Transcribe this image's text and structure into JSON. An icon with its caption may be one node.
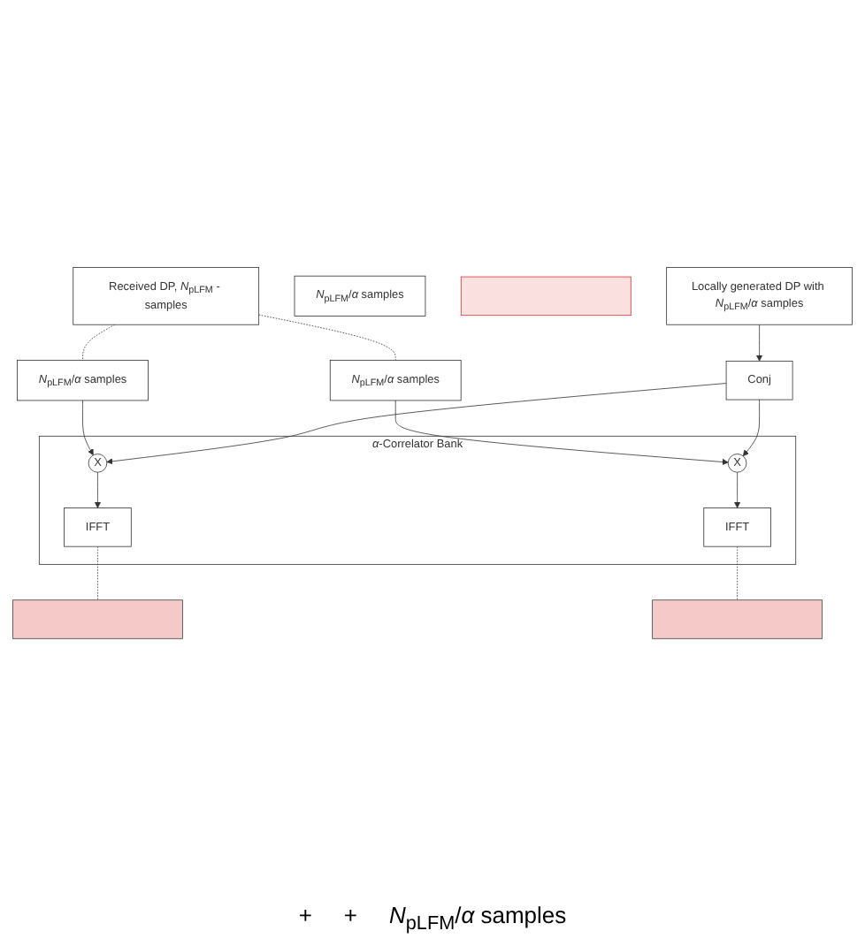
{
  "diagram": {
    "nodes": [
      {
        "text": [
          "Received DP, *N*$_{pLFM}$ - samples"
        ]
      },
      {
        "text": [
          "*N*$_{pLFM}$/*α* samples"
        ]
      },
      {
        "text": [
          "*N*$_{pLFM}$/*α* samples"
        ]
      },
      {
        "text": [
          "*N*$_{pLFM}$/*α* samples"
        ]
      },
      {
        "text": [
          "*α*-Correlator Bank"
        ]
      },
      {
        "text": [
          "X"
        ],
        "in": 4
      },
      {
        "text": [
          "IFFT"
        ],
        "in": 4
      },
      {
        "text": [
          "X"
        ],
        "in": 4
      },
      {
        "text": [
          "IFFT"
        ],
        "in": 4
      },
      {
        "text": [],
        "shape": "bar"
      },
      {
        "text": [],
        "shape": "bar"
      },
      {
        "text": [],
        "shape": "bar"
      },
      {
        "text": [
          "Conj"
        ]
      },
      {
        "text": [
          "Locally generated DP with *N*$_{pLFM}$/*α* samples"
        ]
      }
    ],
    "edges": [
      {
        "from": 0,
        "to": 1,
        "arrow": "none",
        "style": "dashed"
      },
      {
        "from": 0,
        "to": 3,
        "arrow": "none",
        "style": "dashed"
      },
      {
        "from": 1,
        "to": 5,
        "arrow": "to"
      },
      {
        "from": 3,
        "to": 7,
        "arrow": "to"
      },
      {
        "from": 5,
        "to": 6,
        "arrow": "to"
      },
      {
        "from": 7,
        "to": 8,
        "arrow": "to"
      },
      {
        "from": 13,
        "to": 12,
        "arrow": "to"
      },
      {
        "from": 12,
        "to": 5,
        "arrow": "to"
      },
      {
        "from": 12,
        "to": 7,
        "arrow": "to"
      },
      {
        "from": 6,
        "to": 9,
        "arrow": "none",
        "style": "dashed"
      },
      {
        "from": 8,
        "to": 10,
        "arrow": "none",
        "style": "dashed"
      }
    ],
    "labels": [
      "+",
      "+",
      "*N*$_{pLFM}$/*α* samples"
    ]
  }
}
